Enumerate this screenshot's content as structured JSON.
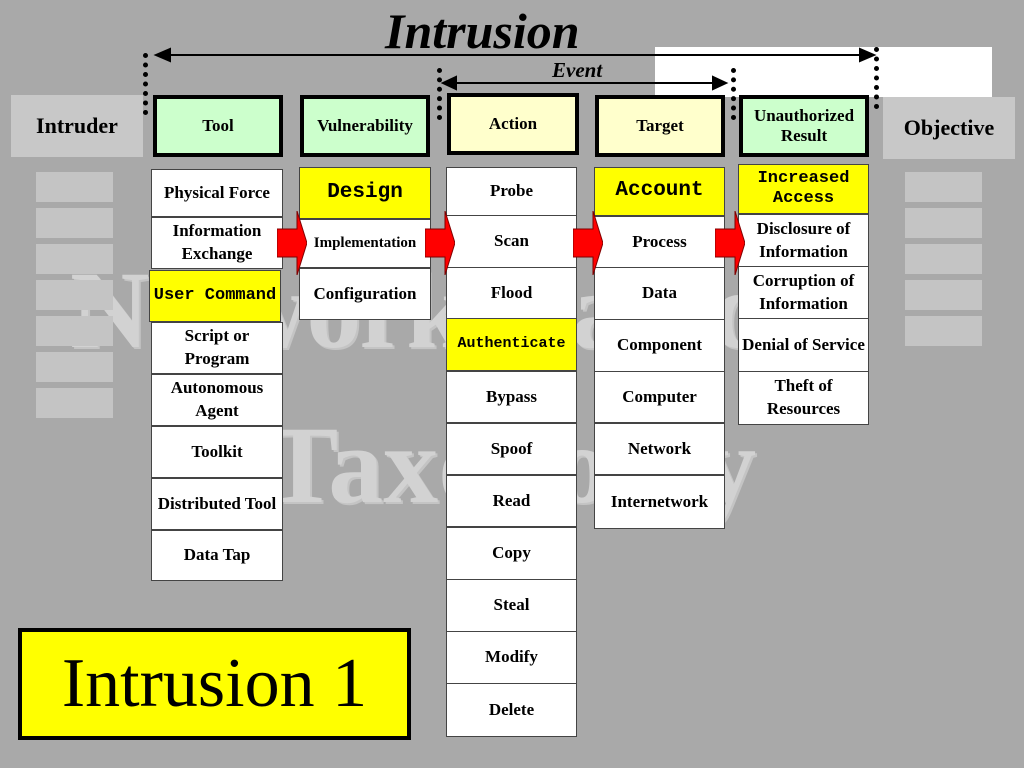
{
  "title": "Intrusion",
  "event_label": "Event",
  "watermark": {
    "line1": "Network-Based",
    "line2": "Taxonomy"
  },
  "side_labels": {
    "intruder": "Intruder",
    "objective": "Objective"
  },
  "headers": {
    "tool": "Tool",
    "vulnerability": "Vulnerability",
    "action": "Action",
    "target": "Target",
    "unauthorized_result": "Unauthorized Result"
  },
  "columns": {
    "tool": [
      "Physical Force",
      "Information Exchange",
      "User Command",
      "Script or Program",
      "Autonomous Agent",
      "Toolkit",
      "Distributed Tool",
      "Data Tap"
    ],
    "vulnerability": [
      "Design",
      "Implementation",
      "Configuration"
    ],
    "action": [
      "Probe",
      "Scan",
      "Flood",
      "Authenticate",
      "Bypass",
      "Spoof",
      "Read",
      "Copy",
      "Steal",
      "Modify",
      "Delete"
    ],
    "target": [
      "Account",
      "Process",
      "Data",
      "Component",
      "Computer",
      "Network",
      "Internetwork"
    ],
    "unauthorized_result": [
      "Increased Access",
      "Disclosure of Information",
      "Corruption of Information",
      "Denial of Service",
      "Theft of Resources"
    ]
  },
  "highlighted": {
    "tool": "User Command",
    "vulnerability": "Design",
    "action": "Authenticate",
    "target": "Account",
    "unauthorized_result": "Increased Access"
  },
  "caption": "Intrusion 1",
  "colors": {
    "background": "#a9a9a9",
    "header_green": "#ccffcc",
    "header_yellow": "#ffffcc",
    "highlight": "#ffff00",
    "arrow": "#ff0000"
  }
}
